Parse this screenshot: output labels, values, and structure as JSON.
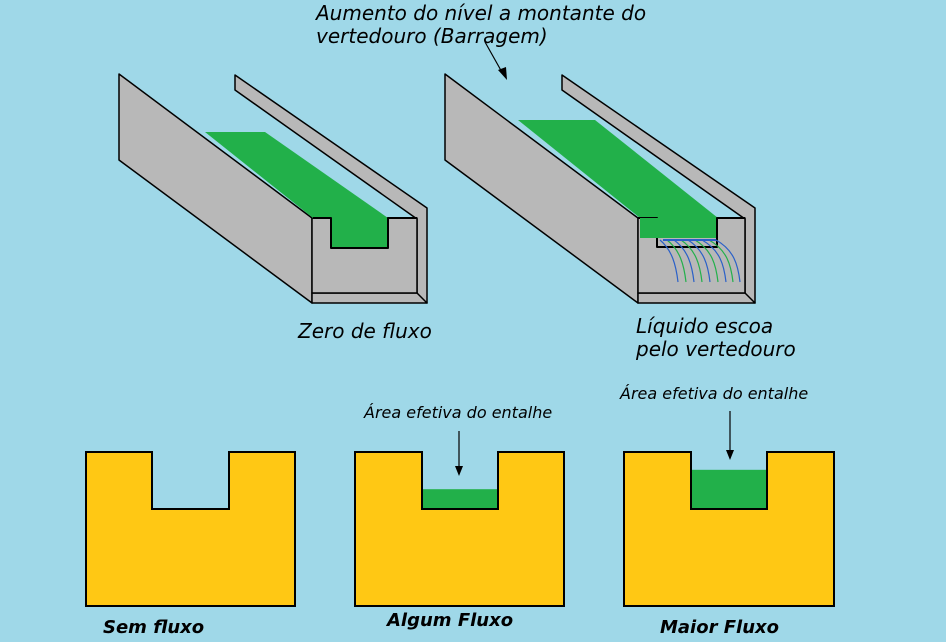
{
  "labels": {
    "top_annotation_line1": "Aumento do nível a montante do",
    "top_annotation_line2": "vertedouro (Barragem)",
    "channel_left_caption": "Zero de fluxo",
    "channel_right_caption_line1": "Líquido escoa",
    "channel_right_caption_line2": "pelo vertedouro",
    "notch_mid_annotation": "Área efetiva do entalhe",
    "notch_right_annotation": "Área efetiva do entalhe",
    "notch_left_caption": "Sem fluxo",
    "notch_mid_caption": "Algum Fluxo",
    "notch_right_caption": "Maior Fluxo"
  },
  "colors": {
    "background": "#9fd8e8",
    "wall": "#b8b8b8",
    "water": "#22b04a",
    "plate": "#ffc814",
    "outline": "#000000"
  },
  "notch_fill_levels": {
    "sem_fluxo": 0,
    "algum_fluxo": 0.33,
    "maior_fluxo": 0.67
  }
}
